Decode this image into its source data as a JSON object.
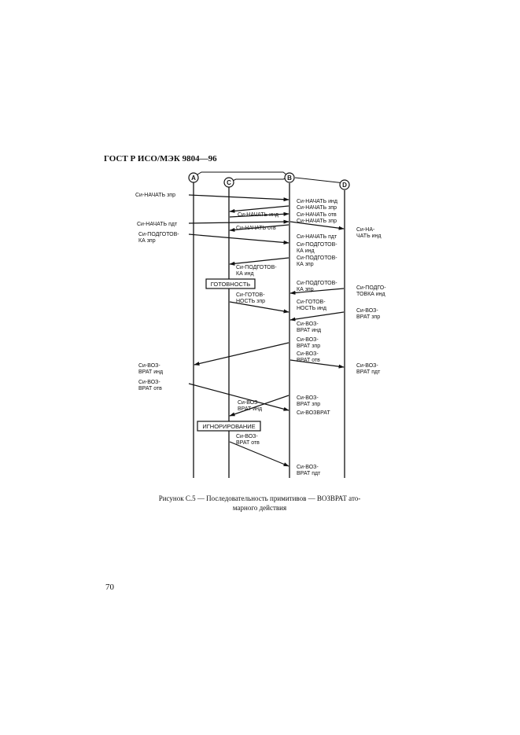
{
  "header": {
    "title": "ГОСТ Р ИСО/МЭК 9804—96"
  },
  "page_number": "70",
  "figure": {
    "caption_line1": "Рисунок С.5 — Последовательность примитивов — ВОЗВРАТ ато-",
    "caption_line2": "марного действия",
    "nodes": {
      "a": "A",
      "c": "C",
      "b": "B",
      "d": "D"
    },
    "boxes": {
      "ready": "ГОТОВНОСТЬ",
      "ignore": "ИГНОРИРОВАНИЕ"
    },
    "labels": {
      "a1": "Си-НАЧАТЬ зпр",
      "a2": "Си-НАЧАТЬ пдт",
      "a3a": "Си-ПОДГОТОВ-",
      "a3b": "КА зпр",
      "a4a": "Си-ВОЗ-",
      "a4b": "ВРАТ инд",
      "a5a": "Си-ВОЗ-",
      "a5b": "ВРАТ отв",
      "c1": "Си-НАЧАТЬ инд",
      "c2": "Си-НАЧАТЬ отв",
      "c3a": "Си-ПОДГОТОВ-",
      "c3b": "КА инд",
      "c4a": "Си-ГОТОВ-",
      "c4b": "НОСТЬ зпр",
      "c5a": "Си-ВОЗ-",
      "c5b": "ВРАТ инд",
      "c6a": "Си-ВОЗ-",
      "c6b": "ВРАТ отв",
      "b1": "Си-НАЧАТЬ инд",
      "b2": "Си-НАЧАТЬ зпр",
      "b3": "Си-НАЧАТЬ отв",
      "b4": "Си-НАЧАТЬ зпр",
      "b5": "Си-НАЧАТЬ пдт",
      "b6a": "Си-ПОДГОТОВ-",
      "b6b": "КА инд",
      "b7a": "Си-ПОДГОТОВ-",
      "b7b": "КА зпр",
      "b8a": "Си-ПОДГОТОВ-",
      "b8b": "КА зпр",
      "b9a": "Си-ГОТОВ-",
      "b9b": "НОСТЬ инд",
      "b10a": "Си-ВОЗ-",
      "b10b": "ВРАТ инд",
      "b11a": "Си-ВОЗ-",
      "b11b": "ВРАТ зпр",
      "b12a": "Си-ВОЗ-",
      "b12b": "ВРАТ отв",
      "b13a": "Си-ВОЗ-",
      "b13b": "ВРАТ зпр",
      "b14": "Си-ВОЗВРАТ",
      "b15a": "Си-ВОЗ-",
      "b15b": "ВРАТ пдт",
      "d1a": "Си-НА-",
      "d1b": "ЧАТЬ инд",
      "d2a": "Си-ПОДГО-",
      "d2b": "ТОВКА инд",
      "d3a": "Си-ВОЗ-",
      "d3b": "ВРАТ зпр",
      "d4a": "Си-ВОЗ-",
      "d4b": "ВРАТ пдт"
    }
  }
}
